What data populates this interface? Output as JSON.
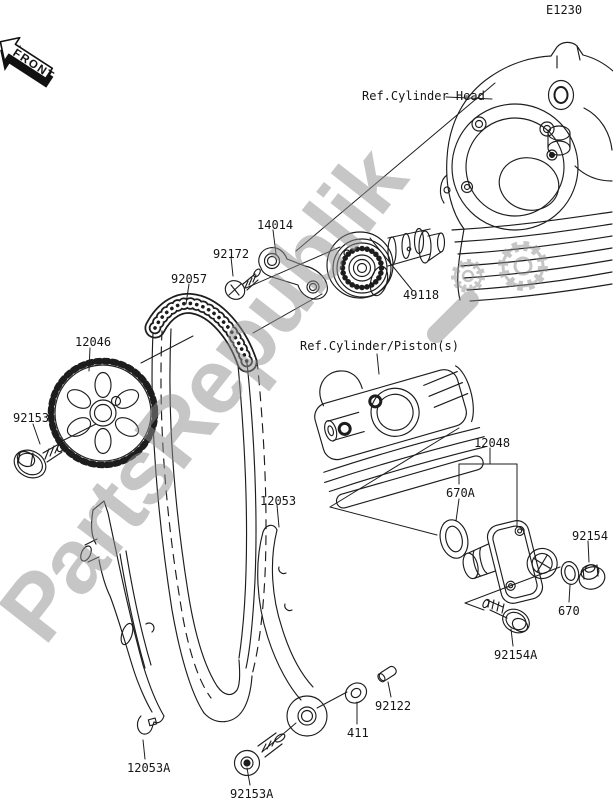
{
  "page": {
    "code": "E1230"
  },
  "front_marker": {
    "label": "FRONT"
  },
  "watermark": {
    "text": "PartsRepublik",
    "color": "#8f8f8f"
  },
  "colors": {
    "line": "#1d1d1d",
    "background": "#ffffff"
  },
  "refs": {
    "cylinder_head": "Ref.Cylinder Head",
    "cylinder_piston": "Ref.Cylinder/Piston(s)"
  },
  "labels": [
    {
      "name": "ref-cylinder-head",
      "text": "Ref.Cylinder Head"
    },
    {
      "name": "part-14014",
      "text": "14014"
    },
    {
      "name": "part-92172",
      "text": "92172"
    },
    {
      "name": "part-92057",
      "text": "92057"
    },
    {
      "name": "part-12046",
      "text": "12046"
    },
    {
      "name": "part-92153",
      "text": "92153"
    },
    {
      "name": "part-49118",
      "text": "49118"
    },
    {
      "name": "ref-cylinder-piston",
      "text": "Ref.Cylinder/Piston(s)"
    },
    {
      "name": "part-12048",
      "text": "12048"
    },
    {
      "name": "part-670a",
      "text": "670A"
    },
    {
      "name": "part-92154",
      "text": "92154"
    },
    {
      "name": "part-670",
      "text": "670"
    },
    {
      "name": "part-92154a",
      "text": "92154A"
    },
    {
      "name": "part-12053",
      "text": "12053"
    },
    {
      "name": "part-12053a",
      "text": "12053A"
    },
    {
      "name": "part-92153a",
      "text": "92153A"
    },
    {
      "name": "part-411",
      "text": "411"
    },
    {
      "name": "part-92122",
      "text": "92122"
    }
  ]
}
